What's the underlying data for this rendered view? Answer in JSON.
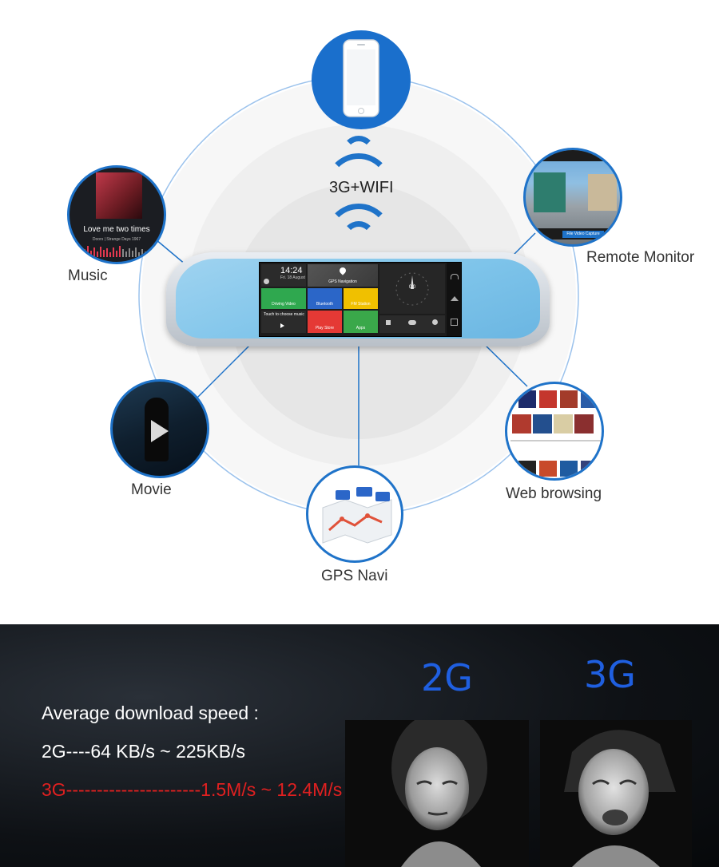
{
  "features": {
    "connection_label": "3G+WIFI",
    "music": {
      "label": "Music",
      "song_title": "Love me two times",
      "song_sub": "Doors | Strange Days 1967"
    },
    "remote": {
      "label": "Remote Monitor",
      "capture_text": "File Video Capture"
    },
    "movie": {
      "label": "Movie"
    },
    "web": {
      "label": "Web browsing"
    },
    "gps": {
      "label": "GPS Navi"
    }
  },
  "mirror_screen": {
    "time": "14:24",
    "date": "Fri. 18 August",
    "nav_label": "GPS Navigation",
    "tiles": [
      {
        "label": "Driving Video",
        "color": "#2fa84f"
      },
      {
        "label": "Bluetooth",
        "color": "#2b66c8"
      },
      {
        "label": "FM Station",
        "color": "#f0c000"
      },
      {
        "label": "Play Store",
        "color": "#e53935"
      },
      {
        "label": "Apps",
        "color": "#3aa84a"
      }
    ],
    "music_prompt": "Touch to choose music",
    "speed_readout": "0.0"
  },
  "speed": {
    "heading": "Average download speed :",
    "line_2g": "2G----64 KB/s ~ 225KB/s",
    "line_3g": "3G----------------------1.5M/s ~ 12.4M/s",
    "tag_2g": "2G",
    "tag_3g": "3G",
    "colors": {
      "accent_blue": "#1f5fe0",
      "highlight_red": "#e02020",
      "brand_blue": "#1f73c9"
    }
  }
}
